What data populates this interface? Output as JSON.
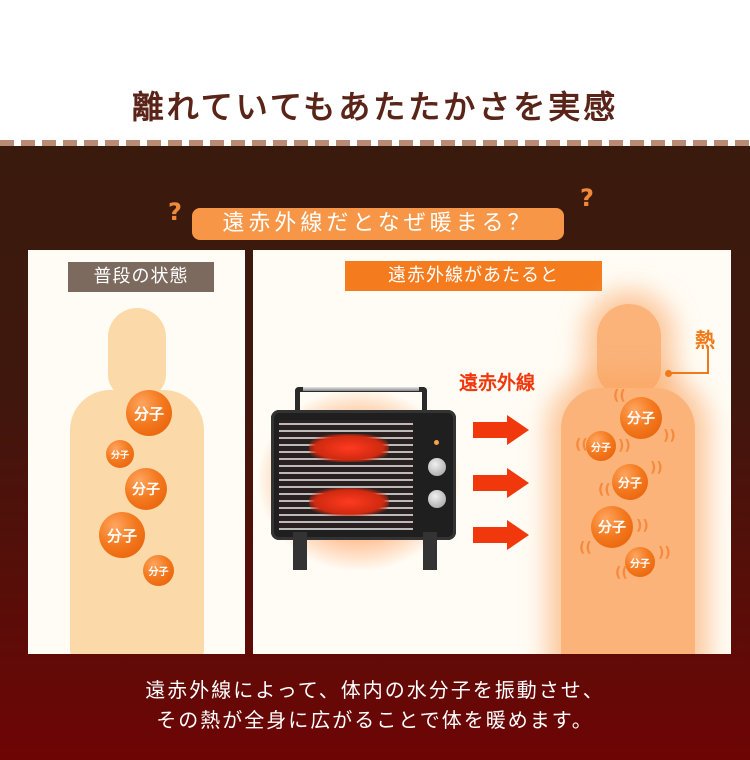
{
  "header": {
    "title": "離れていてもあたたかさを実感"
  },
  "question": {
    "text": "遠赤外線だとなぜ暖まる？",
    "deco_left": "?",
    "deco_right": "?"
  },
  "panel_normal": {
    "label": "普段の状態",
    "molecules": [
      "分子",
      "分子",
      "分子",
      "分子",
      "分子"
    ]
  },
  "panel_ir": {
    "label": "遠赤外線があたると",
    "ir_label": "遠赤外線",
    "heat_label": "熱",
    "molecules": [
      "分子",
      "分子",
      "分子",
      "分子",
      "分子"
    ],
    "arrow_color": "#f1380c"
  },
  "caption": {
    "line1": "遠赤外線によって、体内の水分子を振動させ、",
    "line2": "その熱が全身に広がることで体を暖めます。"
  },
  "colors": {
    "title": "#5a2418",
    "accent_orange": "#f79646",
    "ir_red": "#f1380c",
    "bg_top": "#3a1a0d",
    "bg_bottom": "#6e0505"
  }
}
